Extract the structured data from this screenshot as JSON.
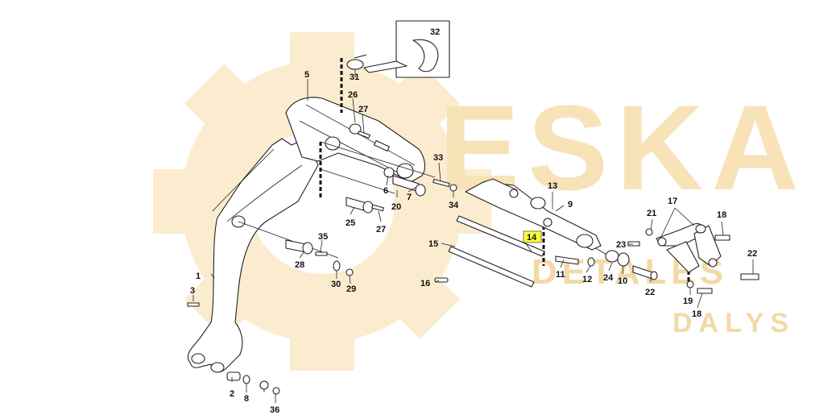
{
  "watermark": {
    "brand": "ESKA",
    "sub1": "DETALĖS",
    "sub2": "DALYS",
    "color": "#f6d9a4"
  },
  "highlight_color": "#ffff33",
  "callouts": [
    {
      "id": "c1",
      "text": "1"
    },
    {
      "id": "c2",
      "text": "2"
    },
    {
      "id": "c3",
      "text": "3"
    },
    {
      "id": "c4",
      "text": "5"
    },
    {
      "id": "c5",
      "text": "6"
    },
    {
      "id": "c6",
      "text": "7"
    },
    {
      "id": "c7",
      "text": "8"
    },
    {
      "id": "c8",
      "text": "9"
    },
    {
      "id": "c9",
      "text": "10"
    },
    {
      "id": "c10",
      "text": "11"
    },
    {
      "id": "c11",
      "text": "12"
    },
    {
      "id": "c12",
      "text": "13"
    },
    {
      "id": "c13",
      "text": "14",
      "highlighted": true
    },
    {
      "id": "c14",
      "text": "15"
    },
    {
      "id": "c15",
      "text": "16"
    },
    {
      "id": "c16",
      "text": "17"
    },
    {
      "id": "c17",
      "text": "18"
    },
    {
      "id": "c18",
      "text": "18"
    },
    {
      "id": "c19",
      "text": "19"
    },
    {
      "id": "c20",
      "text": "20"
    },
    {
      "id": "c21",
      "text": "21"
    },
    {
      "id": "c22",
      "text": "22"
    },
    {
      "id": "c23",
      "text": "22"
    },
    {
      "id": "c24",
      "text": "23"
    },
    {
      "id": "c25",
      "text": "24"
    },
    {
      "id": "c26",
      "text": "25"
    },
    {
      "id": "c27",
      "text": "26"
    },
    {
      "id": "c28",
      "text": "27"
    },
    {
      "id": "c29",
      "text": "27"
    },
    {
      "id": "c30",
      "text": "28"
    },
    {
      "id": "c31",
      "text": "29"
    },
    {
      "id": "c32",
      "text": "30"
    },
    {
      "id": "c33",
      "text": "31"
    },
    {
      "id": "c34",
      "text": "32"
    },
    {
      "id": "c35",
      "text": "33"
    },
    {
      "id": "c36",
      "text": "34"
    },
    {
      "id": "c37",
      "text": "35"
    },
    {
      "id": "c38",
      "text": "36"
    }
  ]
}
